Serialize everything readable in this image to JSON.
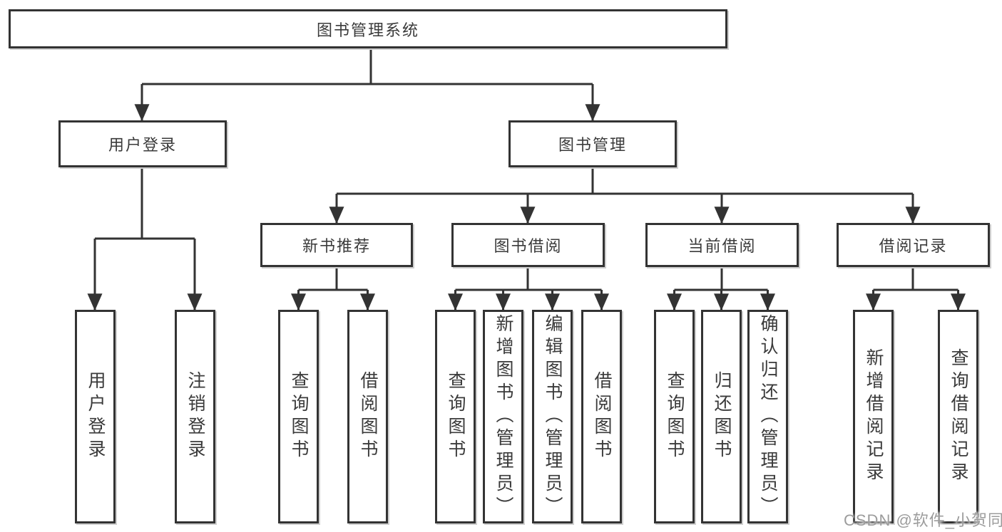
{
  "tree": {
    "root": "图书管理系统",
    "branches": [
      {
        "label": "用户登录",
        "children": [
          "用户登录",
          "注销登录"
        ]
      },
      {
        "label": "图书管理",
        "sections": [
          {
            "label": "新书推荐",
            "children": [
              "查询图书",
              "借阅图书"
            ]
          },
          {
            "label": "图书借阅",
            "children": [
              "查询图书",
              "新增图书（管理员）",
              "编辑图书（管理员）",
              "借阅图书"
            ]
          },
          {
            "label": "当前借阅",
            "children": [
              "查询图书",
              "归还图书",
              "确认归还（管理员）"
            ]
          },
          {
            "label": "借阅记录",
            "children": [
              "新增借阅记录",
              "查询借阅记录"
            ]
          }
        ]
      }
    ]
  },
  "watermark": "CSDN @软件_小贺同学",
  "colors": {
    "line": "#333333",
    "box_border": "#333333",
    "text": "#3a3a3a",
    "watermark": "#9c9c9c",
    "background": "#ffffff"
  }
}
